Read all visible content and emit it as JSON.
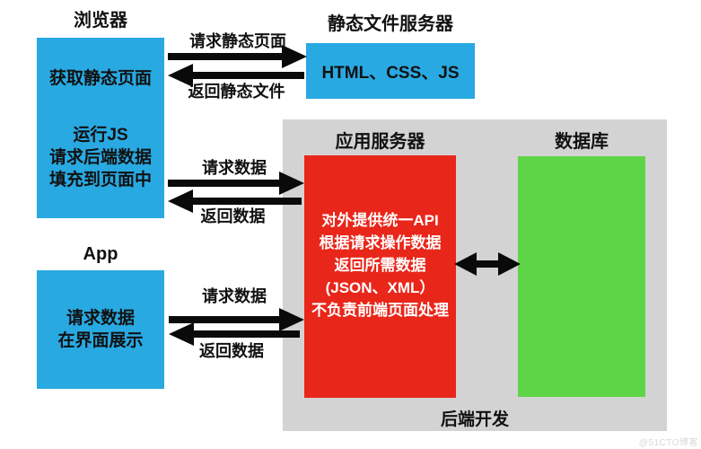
{
  "browser": {
    "title": "浏览器",
    "lines": [
      "获取静态页面",
      "运行JS",
      "请求后端数据",
      "填充到页面中"
    ]
  },
  "static_server": {
    "title": "静态文件服务器",
    "content": "HTML、CSS、JS"
  },
  "app": {
    "title": "App",
    "lines": [
      "请求数据",
      "在界面展示"
    ]
  },
  "backend": {
    "app_server_title": "应用服务器",
    "database_title": "数据库",
    "footer": "后端开发",
    "api_lines": [
      "对外提供统一API",
      "根据请求操作数据",
      "返回所需数据",
      "(JSON、XML）",
      "不负责前端页面处理"
    ]
  },
  "arrows": {
    "top_request": "请求静态页面",
    "top_response": "返回静态文件",
    "mid_request": "请求数据",
    "mid_response": "返回数据",
    "bottom_request": "请求数据",
    "bottom_response": "返回数据"
  },
  "watermark": "@51CTO博客",
  "colors": {
    "client_blue": "#29a9e2",
    "server_red": "#e9261a",
    "database_green": "#5ed546",
    "backend_panel_gray": "#d3d3d3",
    "arrow_black": "#0a0a0a"
  }
}
